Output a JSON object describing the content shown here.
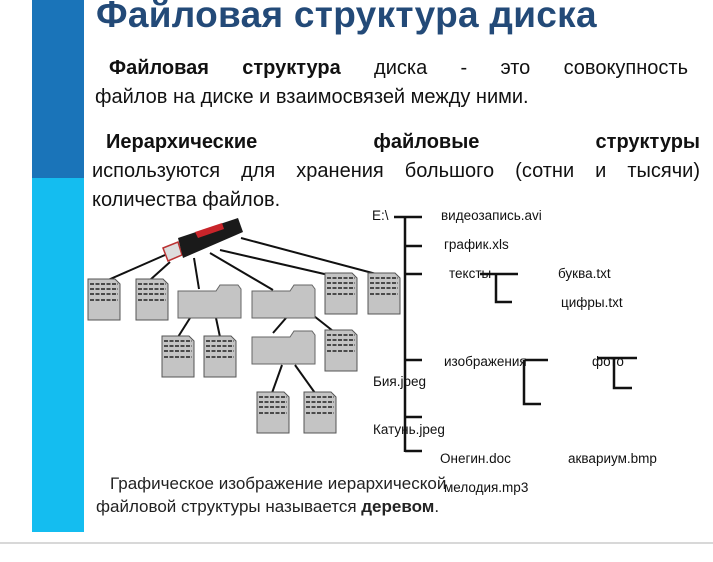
{
  "title": "Файловая структура диска",
  "paragraph1": {
    "bold": "Файловая структура",
    "rest_line1": " диска - это совокупность",
    "line2": "файлов на диске и взаимосвязей между ними."
  },
  "paragraph2": {
    "bold": "Иерархические файловые структуры",
    "rest": "используются для хранения большого (сотни и тысячи) количества файлов."
  },
  "tree": {
    "root": "E:\\",
    "video": "видеозапись.avi",
    "chart": "график.xls",
    "texts": "тексты",
    "letter": "буква.txt",
    "digits": "цифры.txt",
    "images": "изображения",
    "photo": "фото",
    "biya": "Бия.jpeg",
    "katun": "Катунь.jpeg",
    "onegin": "Онегин.doc",
    "aquarium": "аквариум.bmp",
    "melody": "мелодия.mp3"
  },
  "caption": {
    "line1": "Графическое изображение иерархической",
    "line2_pre": "файловой структуры называется ",
    "line2_bold": "деревом",
    "line2_post": "."
  },
  "colors": {
    "title": "#234a78",
    "bar_dark": "#1a74b9",
    "bar_light": "#14bdf0"
  }
}
